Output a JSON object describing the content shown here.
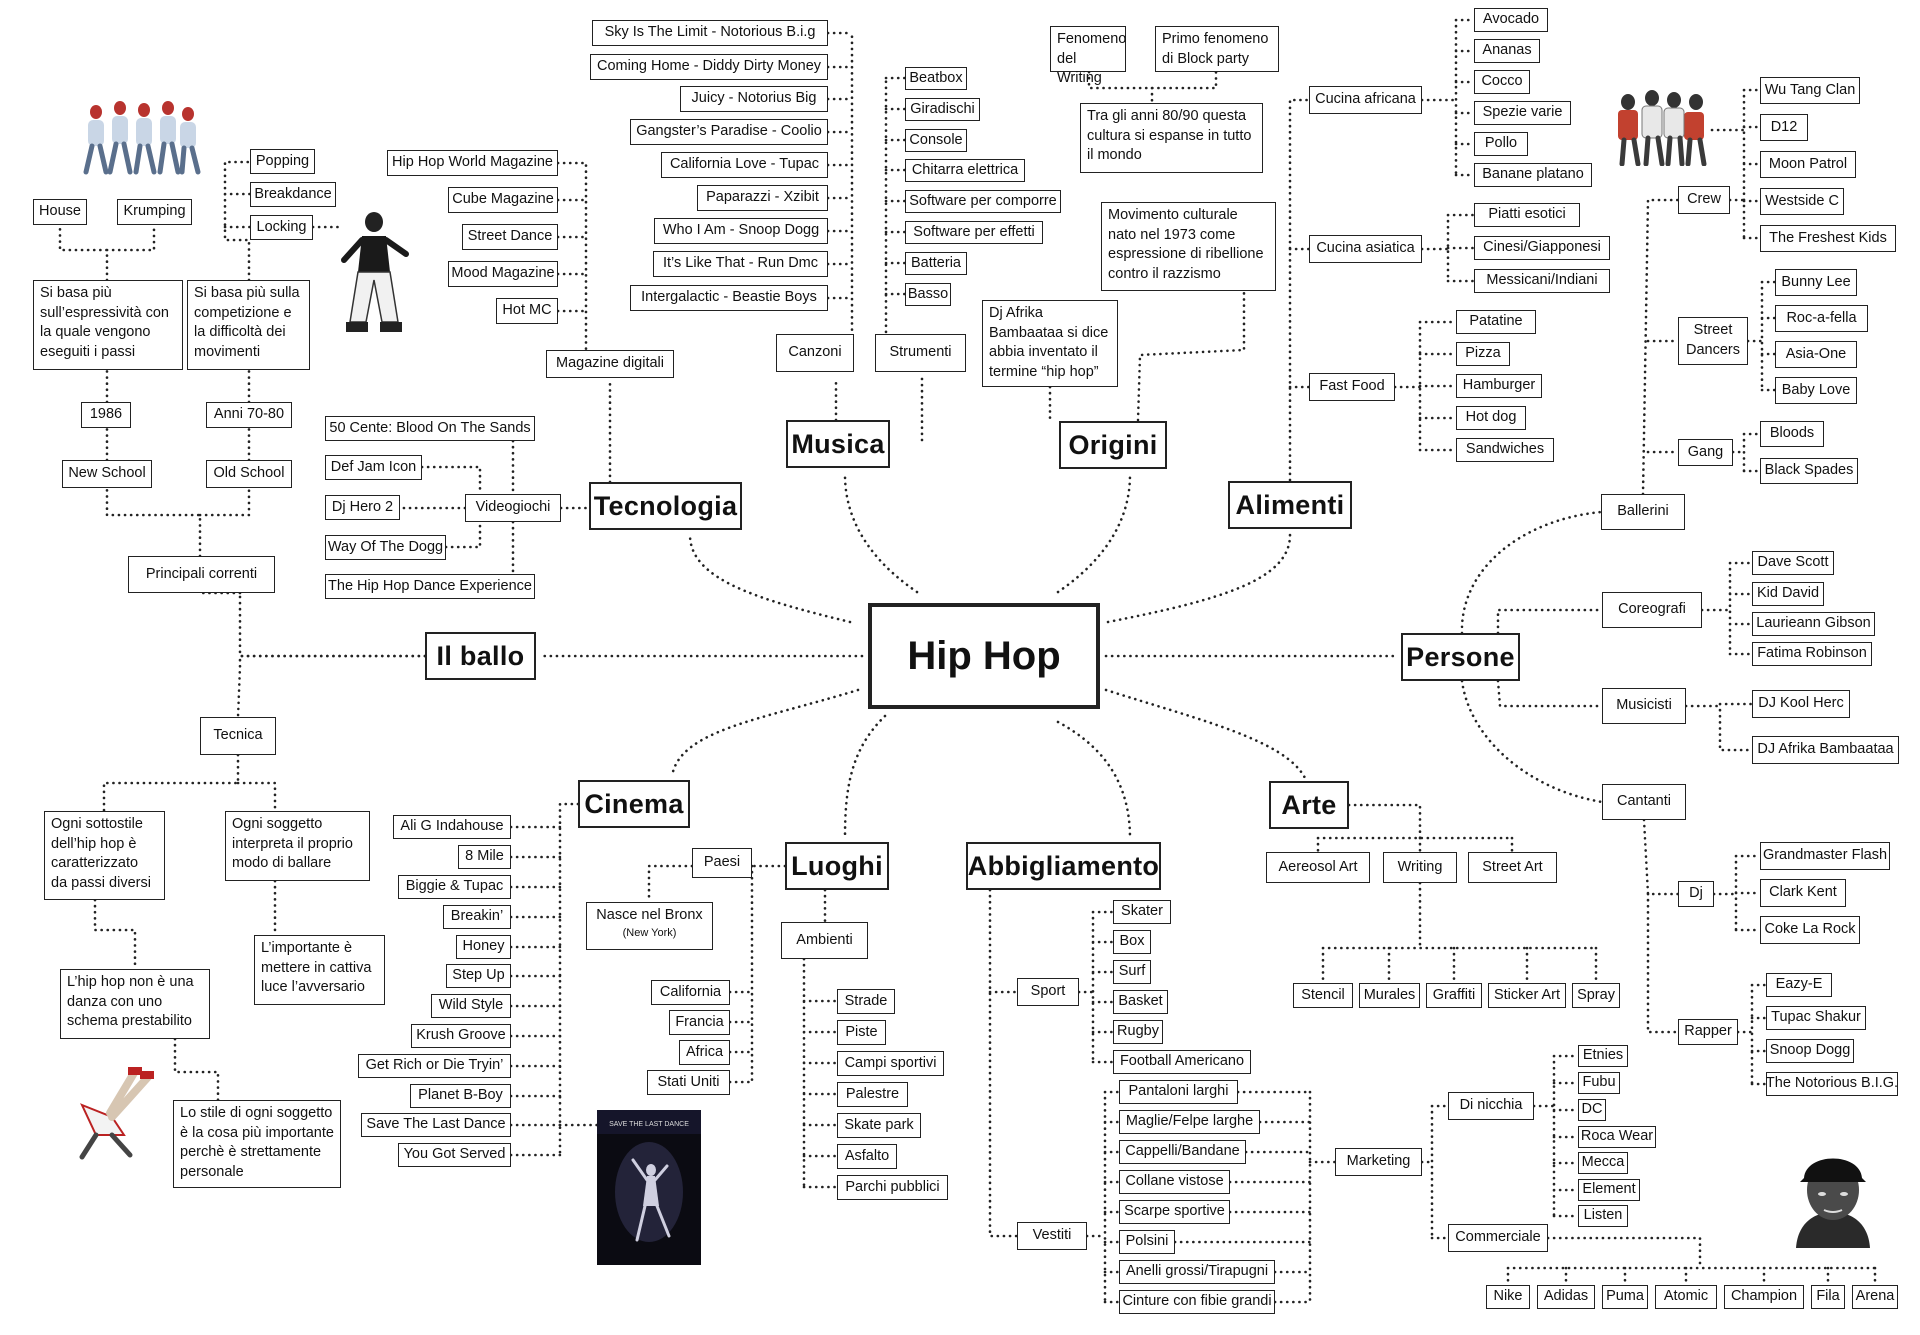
{
  "central": "Hip Hop",
  "branches": {
    "musica": "Musica",
    "origini": "Origini",
    "alimenti": "Alimenti",
    "tecnologia": "Tecnologia",
    "ballo": "Il ballo",
    "persone": "Persone",
    "cinema": "Cinema",
    "luoghi": "Luoghi",
    "abbigliamento": "Abbigliamento",
    "arte": "Arte"
  },
  "musica": {
    "canzoni_label": "Canzoni",
    "strumenti_label": "Strumenti",
    "canzoni": [
      "Sky Is The Limit - Notorious B.i.g",
      "Coming Home - Diddy Dirty Money",
      "Juicy - Notorius Big",
      "Gangster’s Paradise - Coolio",
      "California Love - Tupac",
      "Paparazzi - Xzibit",
      "Who I Am - Snoop Dogg",
      "It’s Like That - Run Dmc",
      "Intergalactic - Beastie Boys"
    ],
    "strumenti": [
      "Beatbox",
      "Giradischi",
      "Console",
      "Chitarra elettrica",
      "Software per comporre",
      "Software per effetti",
      "Batteria",
      "Basso"
    ]
  },
  "origini": {
    "writing": "Fenomeno del Writing",
    "block_party": "Primo fenomeno di Block party",
    "espanse": "Tra gli anni 80/90 questa cultura si espanse in tutto il mondo",
    "movimento": "Movimento culturale nato nel 1973 come espressione di ribellione contro il razzismo",
    "afrika": "Dj Afrika Bambaataa si dice abbia inventato il termine “hip hop”"
  },
  "alimenti": {
    "africana_label": "Cucina africana",
    "asiatica_label": "Cucina asiatica",
    "fastfood_label": "Fast Food",
    "africana": [
      "Avocado",
      "Ananas",
      "Cocco",
      "Spezie varie",
      "Pollo",
      "Banane platano"
    ],
    "asiatica": [
      "Piatti esotici",
      "Cinesi/Giapponesi",
      "Messicani/Indiani"
    ],
    "fastfood": [
      "Patatine",
      "Pizza",
      "Hamburger",
      "Hot dog",
      "Sandwiches"
    ]
  },
  "tecnologia": {
    "magazine_label": "Magazine digitali",
    "magazine": [
      "Hip Hop World Magazine",
      "Cube Magazine",
      "Street Dance",
      "Mood Magazine",
      "Hot MC"
    ],
    "videogiochi_label": "Videogiochi",
    "videogiochi": [
      "50 Cente: Blood On The Sands",
      "Def Jam Icon",
      "Dj Hero 2",
      "Way Of The Dogg",
      "The Hip Hop Dance Experience"
    ]
  },
  "ballo": {
    "principali": "Principali correnti",
    "new_school": "New School",
    "old_school": "Old School",
    "y1986": "1986",
    "anni": "Anni 70-80",
    "espressivita": "Si basa più sull’espressività con la quale vengono eseguiti i passi",
    "competizione": "Si basa più sulla competizione e la difficoltà dei movimenti",
    "house": "House",
    "krumping": "Krumping",
    "popping": "Popping",
    "breakdance": "Breakdance",
    "locking": "Locking",
    "tecnica": "Tecnica",
    "sottostile": "Ogni sottostile dell’hip hop è caratterizzato da passi diversi",
    "soggetto": "Ogni soggetto interpreta il proprio modo di ballare",
    "importante": "L’importante è mettere in cattiva luce l’avversario",
    "non_danza": "L’hip hop non è una danza con uno schema prestabilito",
    "stile": "Lo stile di ogni soggetto è la cosa più importante perchè è strettamente personale"
  },
  "persone": {
    "ballerini": "Ballerini",
    "crew": "Crew",
    "crew_items": [
      "Wu Tang Clan",
      "D12",
      "Moon Patrol",
      "Westside C",
      "The Freshest Kids"
    ],
    "street_dancers": "Street Dancers",
    "street_items": [
      "Bunny Lee",
      "Roc-a-fella",
      "Asia-One",
      "Baby Love"
    ],
    "gang": "Gang",
    "gang_items": [
      "Bloods",
      "Black Spades"
    ],
    "coreografi": "Coreografi",
    "coreografi_items": [
      "Dave Scott",
      "Kid David",
      "Laurieann Gibson",
      "Fatima Robinson"
    ],
    "musicisti": "Musicisti",
    "musicisti_items": [
      "DJ Kool Herc",
      "DJ Afrika Bambaataa"
    ],
    "cantanti": "Cantanti",
    "dj": "Dj",
    "dj_items": [
      "Grandmaster Flash",
      "Clark Kent",
      "Coke La Rock"
    ],
    "rapper": "Rapper",
    "rapper_items": [
      "Eazy-E",
      "Tupac Shakur",
      "Snoop Dogg",
      "The Notorious B.I.G."
    ]
  },
  "cinema": {
    "films": [
      "Ali G Indahouse",
      "8 Mile",
      "Biggie & Tupac",
      "Breakin’",
      "Honey",
      "Step Up",
      "Wild Style",
      "Krush Groove",
      "Get Rich or Die Tryin’",
      "Planet B-Boy",
      "Save The Last Dance",
      "You Got Served"
    ],
    "poster_title": "SAVE THE LAST DANCE"
  },
  "luoghi": {
    "paesi": "Paesi",
    "bronx": "Nasce nel Bronx",
    "bronx_sub": "(New York)",
    "paesi_items": [
      "California",
      "Francia",
      "Africa",
      "Stati Uniti"
    ],
    "ambienti": "Ambienti",
    "ambienti_items": [
      "Strade",
      "Piste",
      "Campi sportivi",
      "Palestre",
      "Skate park",
      "Asfalto",
      "Parchi pubblici"
    ]
  },
  "abbigliamento": {
    "sport": "Sport",
    "sport_items": [
      "Skater",
      "Box",
      "Surf",
      "Basket",
      "Rugby",
      "Football Americano"
    ],
    "vestiti": "Vestiti",
    "vestiti_items": [
      "Pantaloni larghi",
      "Maglie/Felpe larghe",
      "Cappelli/Bandane",
      "Collane vistose",
      "Scarpe sportive",
      "Polsini",
      "Anelli grossi/Tirapugni",
      "Cinture con fibie grandi"
    ],
    "marketing": "Marketing",
    "nicchia": "Di nicchia",
    "nicchia_items": [
      "Etnies",
      "Fubu",
      "DC",
      "Roca Wear",
      "Mecca",
      "Element",
      "Listen"
    ],
    "commerciale": "Commerciale",
    "commerciale_items": [
      "Nike",
      "Adidas",
      "Puma",
      "Atomic",
      "Champion",
      "Fila",
      "Arena"
    ]
  },
  "arte": {
    "aerosol": "Aereosol Art",
    "writing": "Writing",
    "street_art": "Street Art",
    "items": [
      "Stencil",
      "Murales",
      "Graffiti",
      "Sticker Art",
      "Spray"
    ]
  }
}
